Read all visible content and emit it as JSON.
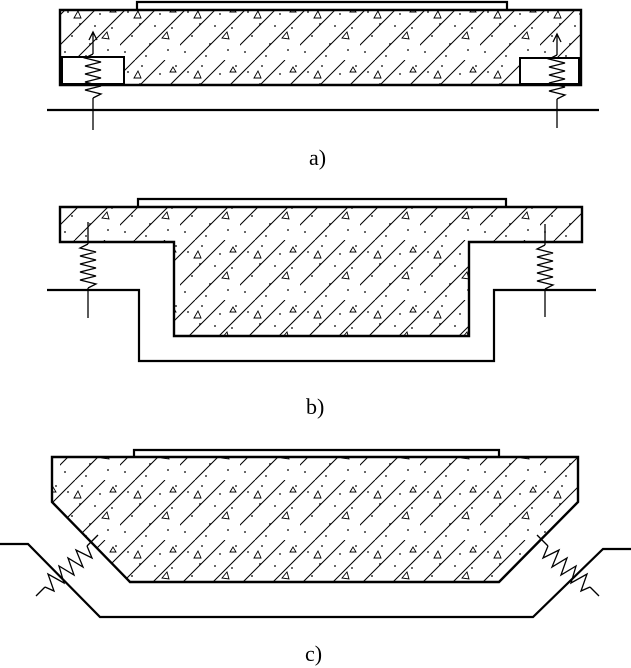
{
  "diagram": {
    "panels": [
      {
        "id": "a",
        "caption": "a)"
      },
      {
        "id": "b",
        "caption": "b)"
      },
      {
        "id": "c",
        "caption": "c)"
      }
    ]
  },
  "colors": {
    "stroke": "#000000",
    "background": "#ffffff"
  }
}
